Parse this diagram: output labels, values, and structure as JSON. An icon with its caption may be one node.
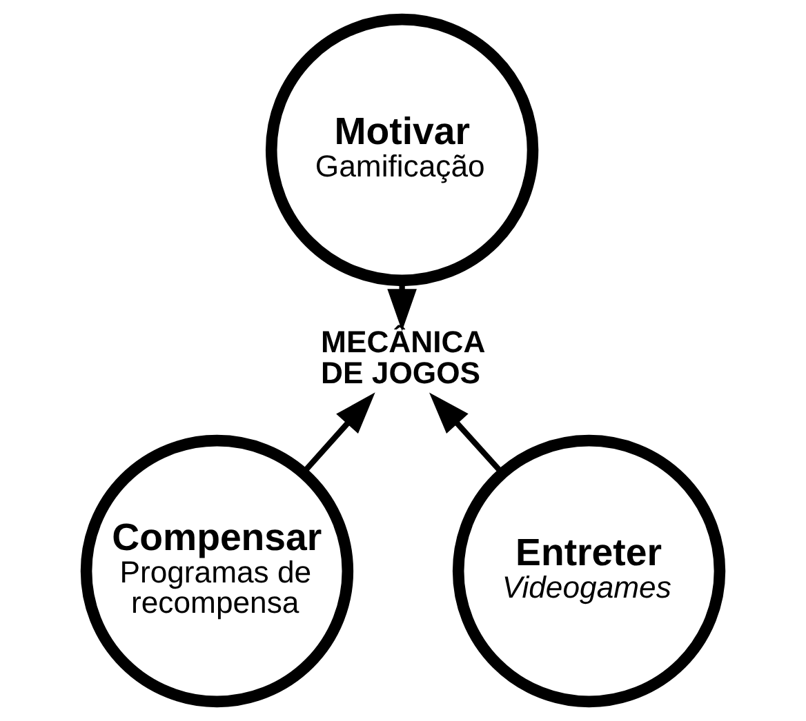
{
  "diagram": {
    "nodes": [
      {
        "text": [
          "Motivar",
          "Gamificação"
        ]
      },
      {
        "text": [
          "MECÂNICA DE JOGOS"
        ]
      },
      {
        "text": [
          "Compensar",
          "Programas de recompensa"
        ]
      },
      {
        "text": [
          "Entreter",
          "Videogames"
        ]
      }
    ],
    "edges": [
      {
        "from": 0,
        "to": 1,
        "arrow": "to"
      },
      {
        "from": 2,
        "to": 1,
        "arrow": "to"
      },
      {
        "from": 3,
        "to": 1,
        "arrow": "to"
      }
    ]
  }
}
